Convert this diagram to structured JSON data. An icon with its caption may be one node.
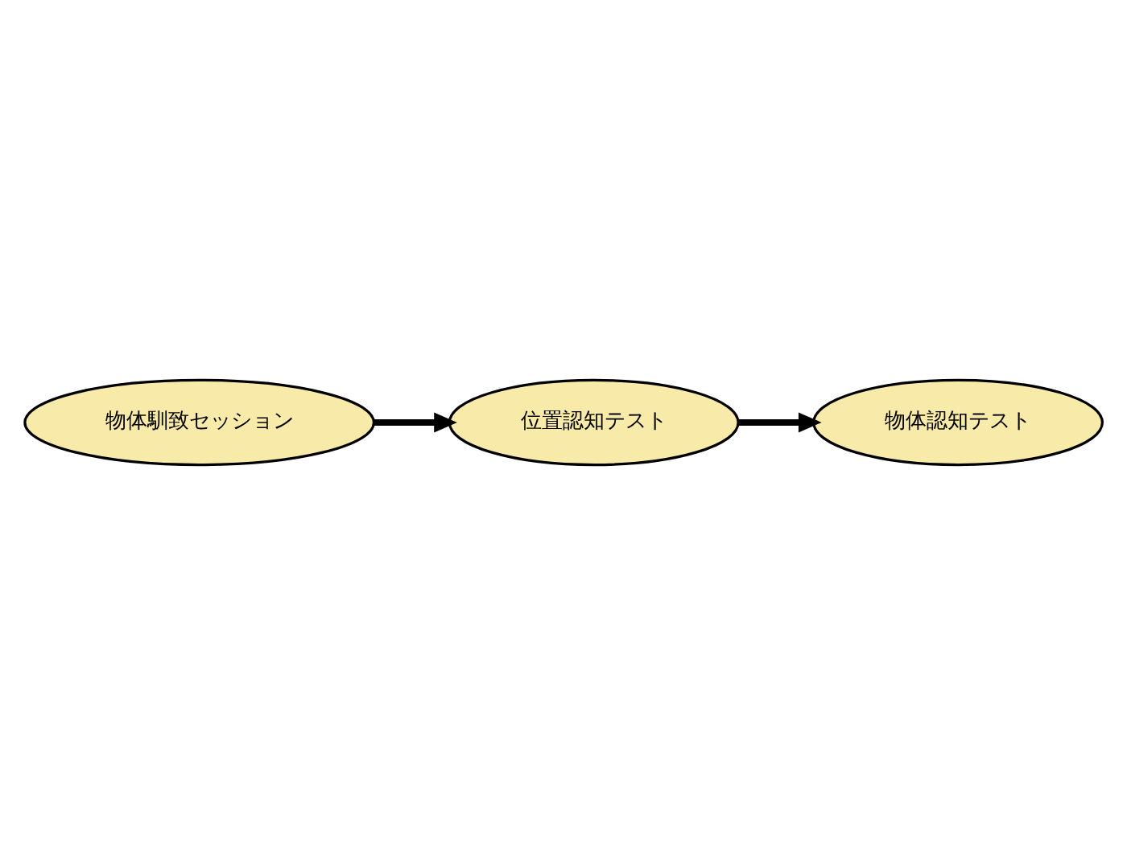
{
  "diagram": {
    "nodes": [
      {
        "text": [
          "物体馴致セッション"
        ]
      },
      {
        "text": [
          "位置認知テスト"
        ]
      },
      {
        "text": [
          "物体認知テスト"
        ]
      }
    ],
    "edges": [
      {
        "from": 0,
        "to": 1,
        "arrow": "to"
      },
      {
        "from": 1,
        "to": 2,
        "arrow": "to"
      }
    ]
  }
}
